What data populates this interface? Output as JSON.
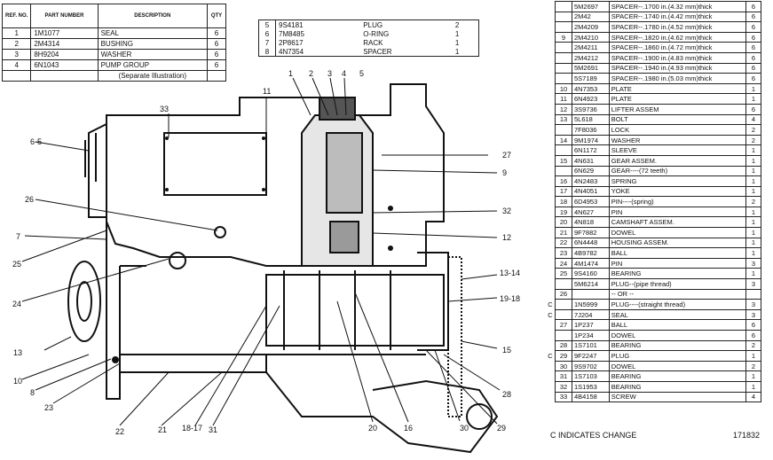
{
  "top_table": {
    "headers": [
      "REF. NO.",
      "PART NUMBER",
      "DESCRIPTION",
      "QTY"
    ],
    "rows": [
      {
        "ref": "1",
        "part": "1M1077",
        "desc": "SEAL",
        "qty": "6"
      },
      {
        "ref": "2",
        "part": "2M4314",
        "desc": "BUSHING",
        "qty": "6"
      },
      {
        "ref": "3",
        "part": "8H9204",
        "desc": "WASHER",
        "qty": "6"
      },
      {
        "ref": "4",
        "part": "6N1043",
        "desc": "PUMP GROUP",
        "qty": "6"
      }
    ],
    "note": "(Separate Illustration)"
  },
  "small_table": {
    "rows": [
      {
        "ref": "5",
        "part": "9S4181",
        "desc": "PLUG",
        "qty": "2"
      },
      {
        "ref": "6",
        "part": "7M8485",
        "desc": "O-RING",
        "qty": "1"
      },
      {
        "ref": "7",
        "part": "2P8617",
        "desc": "RACK",
        "qty": "1"
      },
      {
        "ref": "8",
        "part": "4N7354",
        "desc": "SPACER",
        "qty": "1"
      }
    ]
  },
  "right_table": {
    "rows": [
      {
        "c": "",
        "ref": "",
        "part": "5M2697",
        "desc": "SPACER--.1700 in.(4.32 mm)thick",
        "qty": "6"
      },
      {
        "c": "",
        "ref": "",
        "part": "2M42",
        "desc": "SPACER--.1740 in.(4.42 mm)thick",
        "qty": "6"
      },
      {
        "c": "",
        "ref": "",
        "part": "2M4209",
        "desc": "SPACER--.1780 in.(4.52 mm)thick",
        "qty": "6"
      },
      {
        "c": "",
        "ref": "9",
        "part": "2M4210",
        "desc": "SPACER--.1820 in.(4.62 mm)thick",
        "qty": "6"
      },
      {
        "c": "",
        "ref": "",
        "part": "2M4211",
        "desc": "SPACER--.1860 in.(4.72 mm)thick",
        "qty": "6"
      },
      {
        "c": "",
        "ref": "",
        "part": "2M4212",
        "desc": "SPACER--.1900 in.(4.83 mm)thick",
        "qty": "6"
      },
      {
        "c": "",
        "ref": "",
        "part": "5M2691",
        "desc": "SPACER--.1940 in.(4.93 mm)thick",
        "qty": "6"
      },
      {
        "c": "",
        "ref": "",
        "part": "5S7189",
        "desc": "SPACER--.1980 in.(5.03 mm)thick",
        "qty": "6"
      },
      {
        "c": "",
        "ref": "10",
        "part": "4N7353",
        "desc": "PLATE",
        "qty": "1"
      },
      {
        "c": "",
        "ref": "11",
        "part": "6N4923",
        "desc": "PLATE",
        "qty": "1"
      },
      {
        "c": "",
        "ref": "12",
        "part": "3S9736",
        "desc": "LIFTER ASSEM",
        "qty": "6"
      },
      {
        "c": "",
        "ref": "13",
        "part": "5L618",
        "desc": "BOLT",
        "qty": "4"
      },
      {
        "c": "",
        "ref": "",
        "part": "7F8036",
        "desc": "LOCK",
        "qty": "2"
      },
      {
        "c": "",
        "ref": "14",
        "part": "9M1974",
        "desc": "WASHER",
        "qty": "2"
      },
      {
        "c": "",
        "ref": "",
        "part": "6N1172",
        "desc": "SLEEVE",
        "qty": "1"
      },
      {
        "c": "",
        "ref": "15",
        "part": "4N631",
        "desc": "GEAR ASSEM.",
        "qty": "1"
      },
      {
        "c": "",
        "ref": "",
        "part": "6N629",
        "desc": "GEAR----(72 teeth)",
        "qty": "1"
      },
      {
        "c": "",
        "ref": "16",
        "part": "4N2483",
        "desc": "SPRING",
        "qty": "1"
      },
      {
        "c": "",
        "ref": "17",
        "part": "4N4051",
        "desc": "YOKE",
        "qty": "1"
      },
      {
        "c": "",
        "ref": "18",
        "part": "6D4953",
        "desc": "PIN----(spring)",
        "qty": "2"
      },
      {
        "c": "",
        "ref": "19",
        "part": "4N627",
        "desc": "PIN",
        "qty": "1"
      },
      {
        "c": "",
        "ref": "20",
        "part": "4N818",
        "desc": "CAMSHAFT ASSEM.",
        "qty": "1"
      },
      {
        "c": "",
        "ref": "21",
        "part": "9F7882",
        "desc": "DOWEL",
        "qty": "1"
      },
      {
        "c": "",
        "ref": "22",
        "part": "6N4448",
        "desc": "HOUSING ASSEM.",
        "qty": "1"
      },
      {
        "c": "",
        "ref": "23",
        "part": "4B9782",
        "desc": "BALL",
        "qty": "1"
      },
      {
        "c": "",
        "ref": "24",
        "part": "4M1474",
        "desc": "PIN",
        "qty": "3"
      },
      {
        "c": "",
        "ref": "25",
        "part": "9S4160",
        "desc": "BEARING",
        "qty": "1"
      },
      {
        "c": "",
        "ref": "",
        "part": "5M6214",
        "desc": "PLUG--(pipe thread)",
        "qty": "3"
      },
      {
        "c": "",
        "ref": "26",
        "part": "",
        "desc": "-- OR --",
        "qty": ""
      },
      {
        "c": "C",
        "ref": "",
        "part": "1N5999",
        "desc": "PLUG----(straight thread)",
        "qty": "3"
      },
      {
        "c": "C",
        "ref": "",
        "part": "7J204",
        "desc": "SEAL",
        "qty": "3"
      },
      {
        "c": "",
        "ref": "27",
        "part": "1P237",
        "desc": "BALL",
        "qty": "6"
      },
      {
        "c": "",
        "ref": "",
        "part": "1P234",
        "desc": "DOWEL",
        "qty": "6"
      },
      {
        "c": "",
        "ref": "28",
        "part": "1S7101",
        "desc": "BEARING",
        "qty": "2"
      },
      {
        "c": "C",
        "ref": "29",
        "part": "9F2247",
        "desc": "PLUG",
        "qty": "1"
      },
      {
        "c": "",
        "ref": "30",
        "part": "9S9702",
        "desc": "DOWEL",
        "qty": "2"
      },
      {
        "c": "",
        "ref": "31",
        "part": "1S7103",
        "desc": "BEARING",
        "qty": "1"
      },
      {
        "c": "",
        "ref": "32",
        "part": "1S1953",
        "desc": "BEARING",
        "qty": "1"
      },
      {
        "c": "",
        "ref": "33",
        "part": "4B4158",
        "desc": "SCREW",
        "qty": "4"
      }
    ]
  },
  "footer": {
    "note": "C INDICATES CHANGE",
    "illustration_number": "171832"
  },
  "callouts": [
    {
      "id": "c1",
      "label": "1"
    },
    {
      "id": "c2",
      "label": "2"
    },
    {
      "id": "c3",
      "label": "3"
    },
    {
      "id": "c4",
      "label": "4"
    },
    {
      "id": "c5",
      "label": "5"
    },
    {
      "id": "c6-5",
      "label": "6-5"
    },
    {
      "id": "c7",
      "label": "7"
    },
    {
      "id": "c8",
      "label": "8"
    },
    {
      "id": "c9",
      "label": "9"
    },
    {
      "id": "c10",
      "label": "10"
    },
    {
      "id": "c11",
      "label": "11"
    },
    {
      "id": "c12",
      "label": "12"
    },
    {
      "id": "c13",
      "label": "13"
    },
    {
      "id": "c13-14",
      "label": "13-14"
    },
    {
      "id": "c15",
      "label": "15"
    },
    {
      "id": "c16",
      "label": "16"
    },
    {
      "id": "c18-17",
      "label": "18-17"
    },
    {
      "id": "c19-18",
      "label": "19-18"
    },
    {
      "id": "c20",
      "label": "20"
    },
    {
      "id": "c21",
      "label": "21"
    },
    {
      "id": "c22",
      "label": "22"
    },
    {
      "id": "c23",
      "label": "23"
    },
    {
      "id": "c24",
      "label": "24"
    },
    {
      "id": "c25",
      "label": "25"
    },
    {
      "id": "c26",
      "label": "26"
    },
    {
      "id": "c27",
      "label": "27"
    },
    {
      "id": "c28",
      "label": "28"
    },
    {
      "id": "c29",
      "label": "29"
    },
    {
      "id": "c30",
      "label": "30"
    },
    {
      "id": "c31",
      "label": "31"
    },
    {
      "id": "c32",
      "label": "32"
    },
    {
      "id": "c33",
      "label": "33"
    }
  ]
}
